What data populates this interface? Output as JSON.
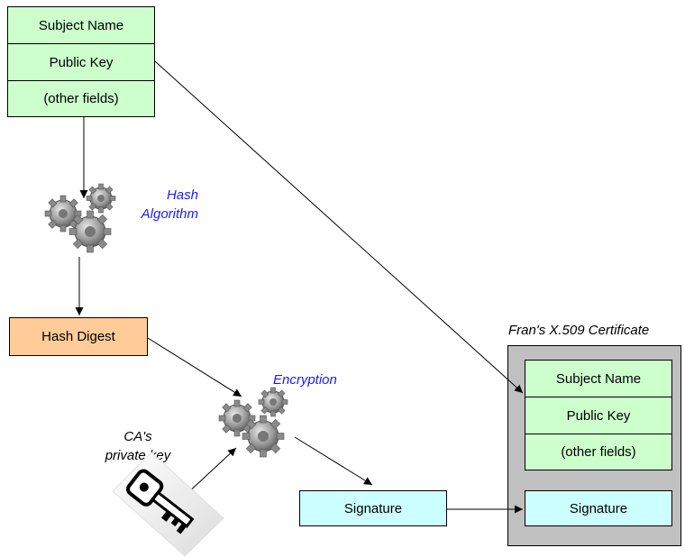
{
  "source_fields": {
    "subject_name": "Subject Name",
    "public_key": "Public Key",
    "other_fields": "(other fields)"
  },
  "hash_algorithm": {
    "line1": "Hash",
    "line2": "Algorithm"
  },
  "hash_digest": "Hash Digest",
  "encryption": "Encryption",
  "ca_key": {
    "line1": "CA's",
    "line2": "private key"
  },
  "signature": "Signature",
  "certificate": {
    "title": "Fran's X.509 Certificate",
    "subject_name": "Subject Name",
    "public_key": "Public Key",
    "other_fields": "(other fields)",
    "signature": "Signature"
  },
  "colors": {
    "fields": "#ccffcc",
    "digest": "#ffcc99",
    "signature": "#ccffff",
    "certificate_bg": "#c0c0c0",
    "label_blue": "#1a1aff"
  },
  "icons": [
    "gears-icon",
    "gears-icon",
    "key-icon"
  ]
}
